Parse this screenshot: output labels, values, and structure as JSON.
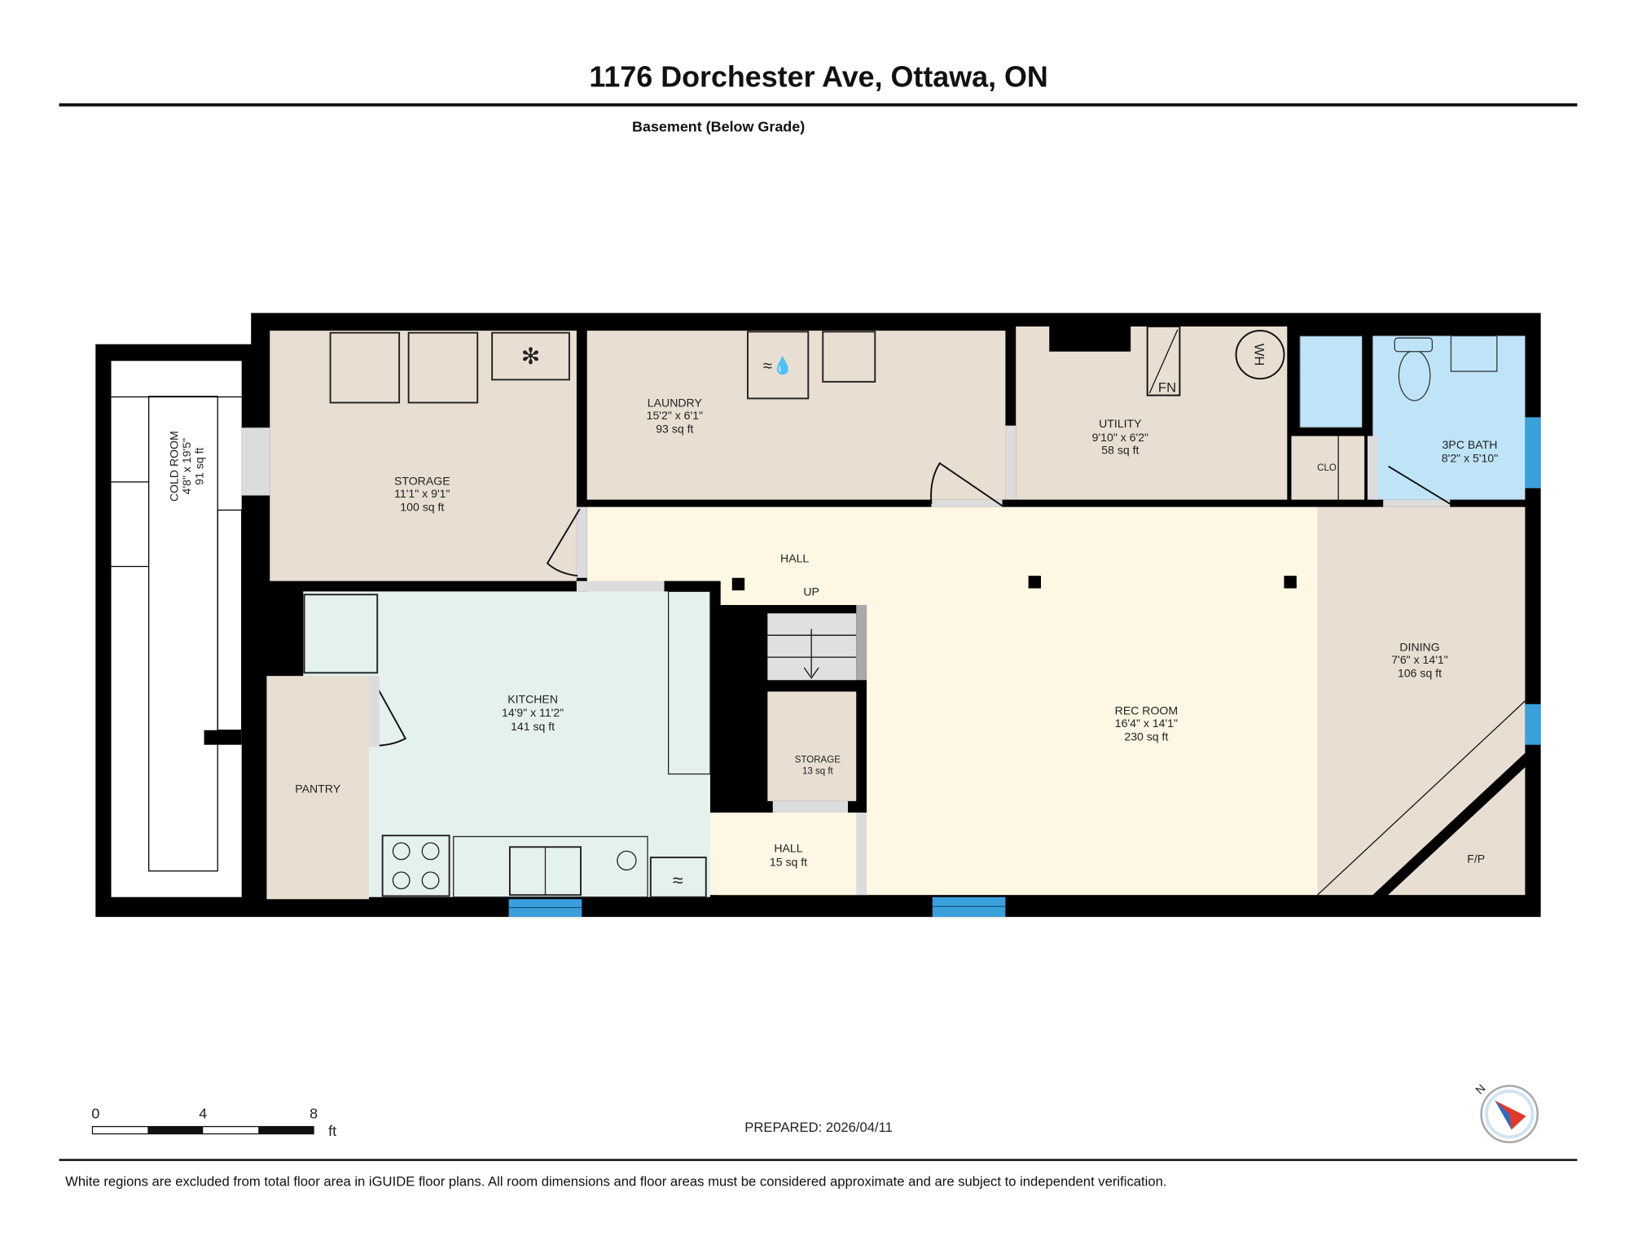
{
  "header": {
    "title": "1176 Dorchester Ave, Ottawa, ON",
    "floor": "Basement (Below Grade)"
  },
  "rooms": {
    "cold_room": {
      "name": "COLD ROOM",
      "dims": "4'8\" x 19'5\"",
      "area": "91 sq ft"
    },
    "storage": {
      "name": "STORAGE",
      "dims": "11'1\" x 9'1\"",
      "area": "100 sq ft"
    },
    "laundry": {
      "name": "LAUNDRY",
      "dims": "15'2\" x 6'1\"",
      "area": "93 sq ft"
    },
    "utility": {
      "name": "UTILITY",
      "dims": "9'10\" x 6'2\"",
      "area": "58 sq ft"
    },
    "bath": {
      "name": "3PC BATH",
      "dims": "8'2\" x 5'10\""
    },
    "clo": {
      "name": "CLO"
    },
    "hall": {
      "name": "HALL"
    },
    "stairs": {
      "label": "UP"
    },
    "kitchen": {
      "name": "KITCHEN",
      "dims": "14'9\" x 11'2\"",
      "area": "141 sq ft"
    },
    "pantry": {
      "name": "PANTRY"
    },
    "storage_small": {
      "name": "STORAGE",
      "area": "13 sq ft"
    },
    "hall_small": {
      "name": "HALL",
      "area": "15 sq ft"
    },
    "rec_room": {
      "name": "REC ROOM",
      "dims": "16'4\" x 14'1\"",
      "area": "230 sq ft"
    },
    "dining": {
      "name": "DINING",
      "dims": "7'6\" x 14'1\"",
      "area": "106 sq ft"
    },
    "fireplace": {
      "name": "F/P"
    }
  },
  "fixtures": {
    "water_heater": "WH",
    "furnace": "FN"
  },
  "scale_bar": {
    "ticks": [
      "0",
      "4",
      "8"
    ],
    "unit": "ft"
  },
  "compass": {
    "label": "N"
  },
  "prepared": "PREPARED: 2026/04/11",
  "footer": "White regions are excluded from total floor area in iGUIDE floor plans. All room dimensions and floor areas must be considered approximate and are subject to independent verification.",
  "colors": {
    "beige": "#e8dfd2",
    "cream": "#fdf7e4",
    "mint": "#e4f1ec",
    "bath": "#bfe4f8",
    "window": "#3aa0dc"
  }
}
